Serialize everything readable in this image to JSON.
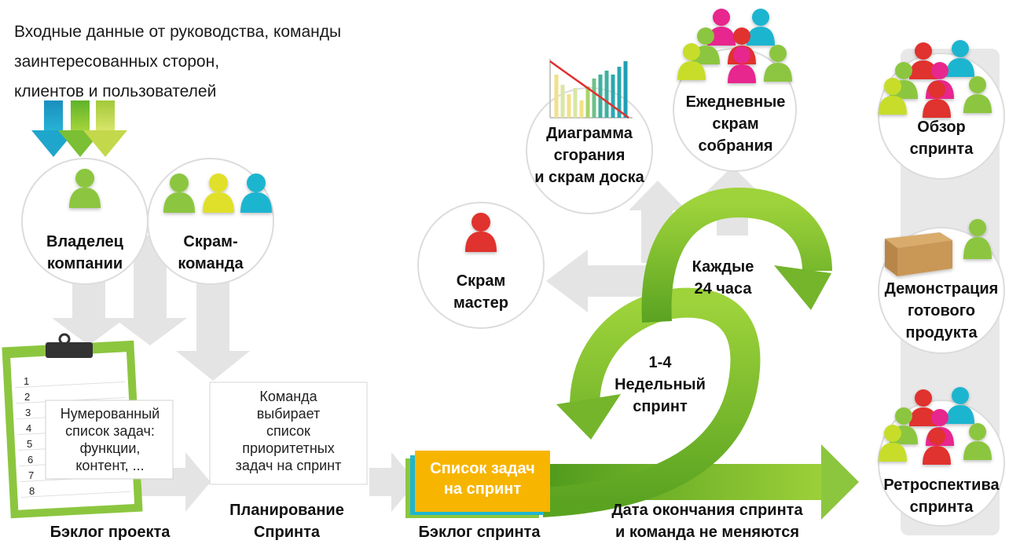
{
  "intro": "Входные данные от руководства, команды\nзаинтересованных сторон,\nклиентов и пользователей",
  "nodes": {
    "owner": "Владелец\nкомпании",
    "team": "Скрам-\nкоманда",
    "burndown": "Диаграмма\nсгорания\nи скрам доска",
    "daily": "Ежедневные\nскрам\nсобрания",
    "master": "Скрам\nмастер",
    "review": "Обзор\nспринта",
    "demo": "Демонстрация\nготового\nпродукта",
    "retro": "Ретроспектива\nспринта"
  },
  "backlog": {
    "numbers": [
      "1",
      "2",
      "3",
      "4",
      "5",
      "6",
      "7",
      "8"
    ],
    "note": "Нумерованный\nсписок задач:\nфункции,\nконтент, ...",
    "caption": "Бэклог проекта"
  },
  "planning": {
    "note": "Команда\nвыбирает\nсписок\nприоритетных\nзадач на спринт",
    "caption": "Планирование\nСпринта"
  },
  "sprint_backlog": {
    "card": "Список задач\nна спринт",
    "caption": "Бэклог спринта"
  },
  "cycle": {
    "daily_label": "Каждые\n24 часа",
    "sprint_label": "1-4\nНедельный\nспринт",
    "end_caption": "Дата окончания спринта\nи команда не меняются"
  },
  "colors": {
    "green": "#8cc63f",
    "lime": "#c7dd2b",
    "blue": "#1fb5d0",
    "pink": "#e7268e",
    "red": "#e0302e",
    "orange": "#f7b500",
    "yellow": "#f4d312",
    "grey_arrow": "#e3e3e3"
  }
}
